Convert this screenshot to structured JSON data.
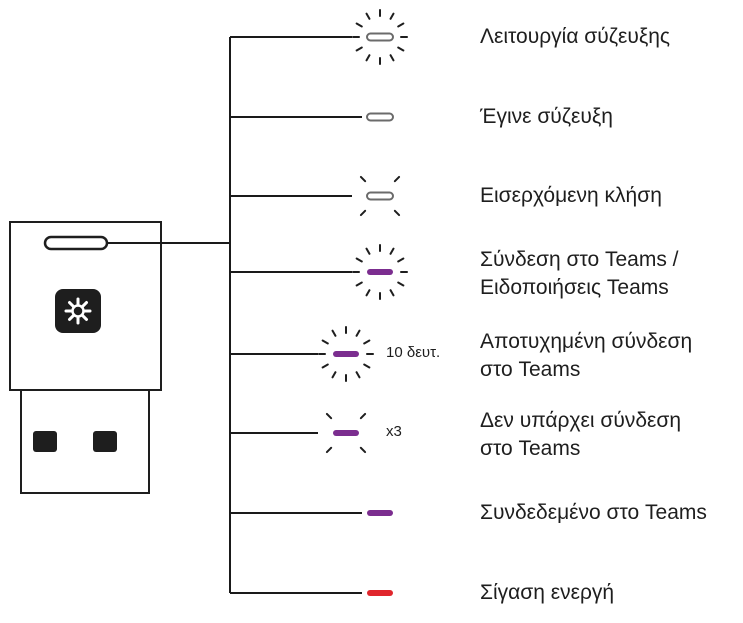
{
  "colors": {
    "line": "#1a1a1a",
    "purple": "#7b2d8f",
    "red": "#e0262c",
    "gray": "#6b6b6b",
    "device": "#1e1e1e"
  },
  "dongle": {
    "logo_icon": "teams-asterisk-icon"
  },
  "indicators": [
    {
      "text": "Λειτουργία σύζευξης",
      "line2": "",
      "led": "outline",
      "rays": "full",
      "note": ""
    },
    {
      "text": "Έγινε σύζευξη",
      "line2": "",
      "led": "outline",
      "rays": "none",
      "note": ""
    },
    {
      "text": "Εισερχόμενη κλήση",
      "line2": "",
      "led": "outline",
      "rays": "corners",
      "note": ""
    },
    {
      "text": "Σύνδεση στο Teams /",
      "line2": "Ειδοποιήσεις Teams",
      "led": "purple",
      "rays": "full",
      "note": ""
    },
    {
      "text": "Αποτυχημένη σύνδεση",
      "line2": "στο Teams",
      "led": "purple",
      "rays": "full",
      "note": "10 δευτ."
    },
    {
      "text": "Δεν υπάρχει σύνδεση",
      "line2": "στο Teams",
      "led": "purple",
      "rays": "corners",
      "note": "x3"
    },
    {
      "text": "Συνδεδεμένο στο Teams",
      "line2": "",
      "led": "purple",
      "rays": "none",
      "note": ""
    },
    {
      "text": "Σίγαση ενεργή",
      "line2": "",
      "led": "red",
      "rays": "none",
      "note": ""
    }
  ]
}
